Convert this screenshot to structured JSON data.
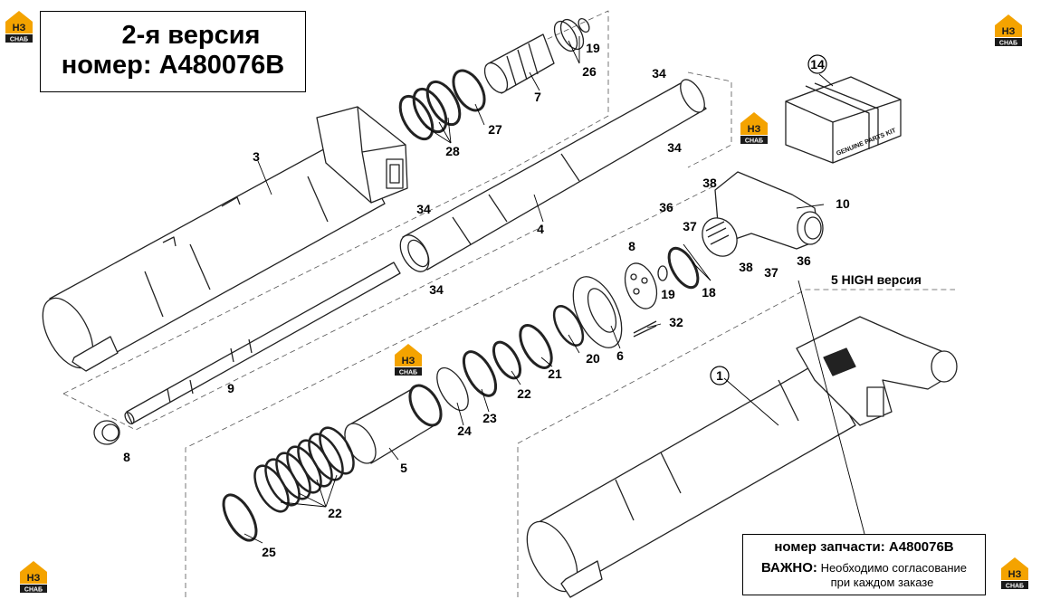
{
  "header": {
    "version_line1": "2-я версия",
    "version_line2": "номер: A480076B"
  },
  "high_version_label": "5 HIGH версия",
  "part_info": {
    "part_number_line": "номер запчасти: A480076B",
    "important_label": "ВАЖНО:",
    "important_text_line1": "Необходимо согласование",
    "important_text_line2": "при каждом заказе"
  },
  "kit_label": "GENUINE PARTS KIT",
  "logo": {
    "letters": "НЗ",
    "caption": "СНАБ",
    "accent_color": "#f4a300",
    "dark_color": "#1a1a1a"
  },
  "callouts": [
    "1",
    "3",
    "4",
    "5",
    "6",
    "7",
    "8",
    "8",
    "9",
    "10",
    "14",
    "18",
    "19",
    "19",
    "20",
    "21",
    "22",
    "22",
    "23",
    "24",
    "25",
    "26",
    "27",
    "28",
    "32",
    "34",
    "34",
    "34",
    "34",
    "36",
    "36",
    "37",
    "37",
    "38",
    "38"
  ]
}
